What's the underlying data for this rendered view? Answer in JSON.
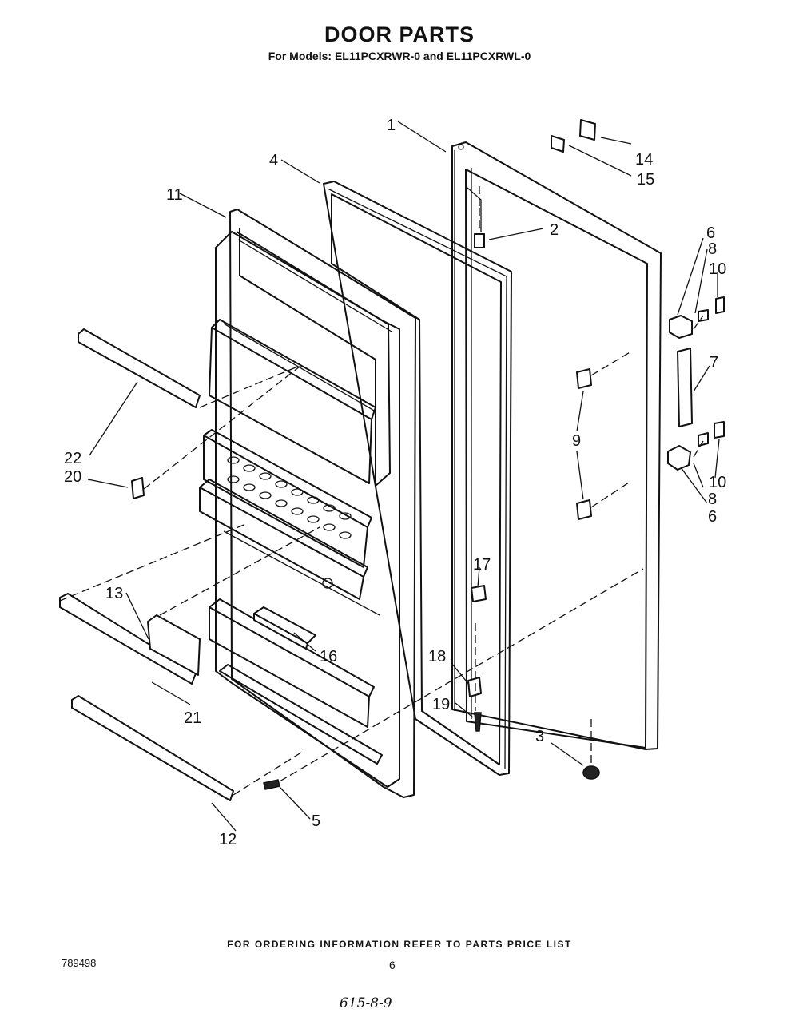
{
  "header": {
    "title": "DOOR PARTS",
    "subtitle": "For Models: EL11PCXRWR-0  and EL11PCXRWL-0"
  },
  "callouts": {
    "c1": "1",
    "c2": "2",
    "c3": "3",
    "c4": "4",
    "c5": "5",
    "c6a": "6",
    "c6b": "6",
    "c7": "7",
    "c8a": "8",
    "c8b": "8",
    "c9": "9",
    "c10a": "10",
    "c10b": "10",
    "c11": "11",
    "c12": "12",
    "c13": "13",
    "c14": "14",
    "c15": "15",
    "c16": "16",
    "c17": "17",
    "c18": "18",
    "c19": "19",
    "c20": "20",
    "c21": "21",
    "c22": "22"
  },
  "footer": {
    "note": "FOR ORDERING INFORMATION REFER TO PARTS PRICE LIST",
    "doc_number": "789498",
    "page_number": "6",
    "handwritten": "615-8-9"
  }
}
